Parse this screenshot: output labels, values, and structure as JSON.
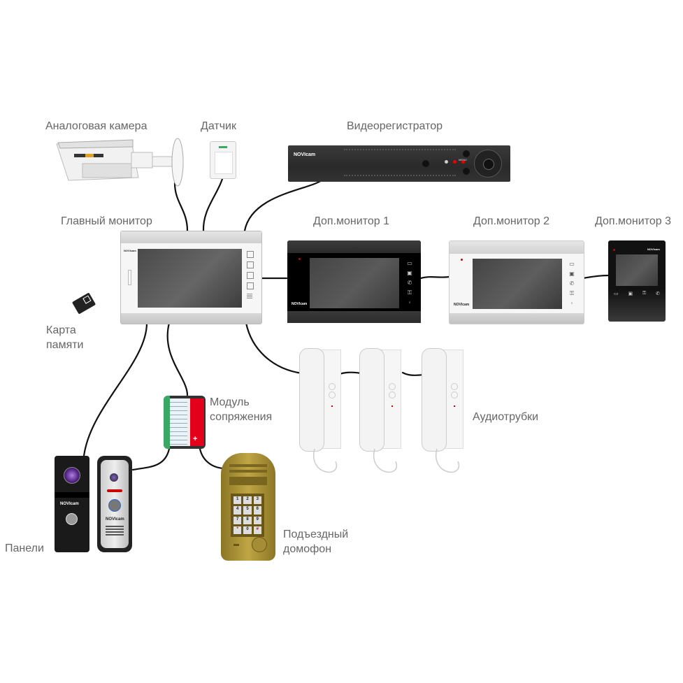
{
  "labels": {
    "camera": "Аналоговая камера",
    "sensor": "Датчик",
    "dvr": "Видеорегистратор",
    "main_monitor": "Главный монитор",
    "extra_monitor_1": "Доп.монитор 1",
    "extra_monitor_2": "Доп.монитор 2",
    "extra_monitor_3": "Доп.монитор 3",
    "memory_card_line1": "Карта",
    "memory_card_line2": "памяти",
    "interface_module_line1": "Модуль",
    "interface_module_line2": "сопряжения",
    "audio_handsets": "Аудиотрубки",
    "panels": "Панели",
    "entrance_intercom_line1": "Подъездный",
    "entrance_intercom_line2": "домофон"
  },
  "brand": "NOVIcam",
  "dvr_menu_label": "MENU",
  "keypad_keys": [
    "1",
    "2",
    "3",
    "4",
    "5",
    "6",
    "7",
    "8",
    "9",
    "*",
    "0",
    "#"
  ],
  "colors": {
    "label_text": "#666666",
    "wire": "#111111",
    "module_green": "#3aa864",
    "module_red": "#e3001b",
    "intercom_gold": "#a89032",
    "dark_device": "#2b2b2b",
    "light_device": "#e6e6e6"
  }
}
